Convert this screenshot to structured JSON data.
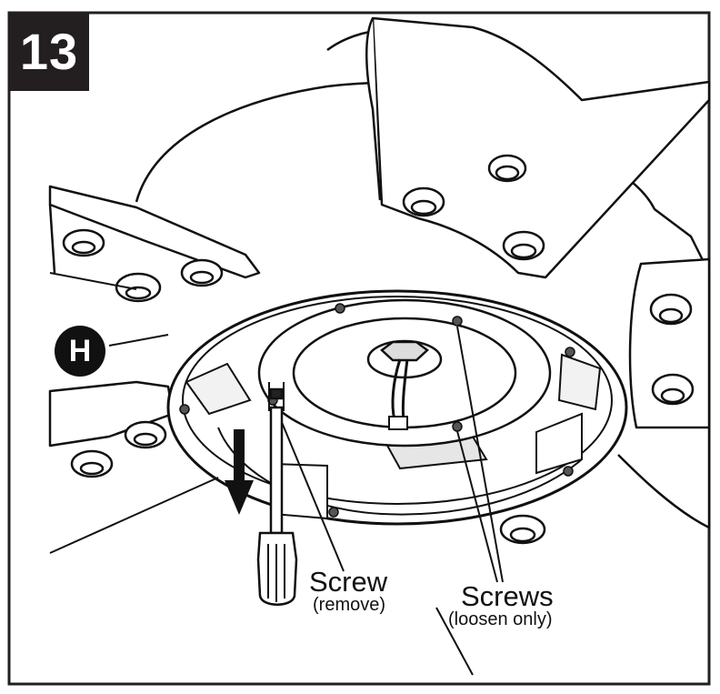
{
  "step_number": "13",
  "part_marker": "H",
  "callouts": {
    "screw": {
      "label": "Screw",
      "note": "(remove)"
    },
    "screws": {
      "label": "Screws",
      "note": "(loosen only)"
    }
  }
}
